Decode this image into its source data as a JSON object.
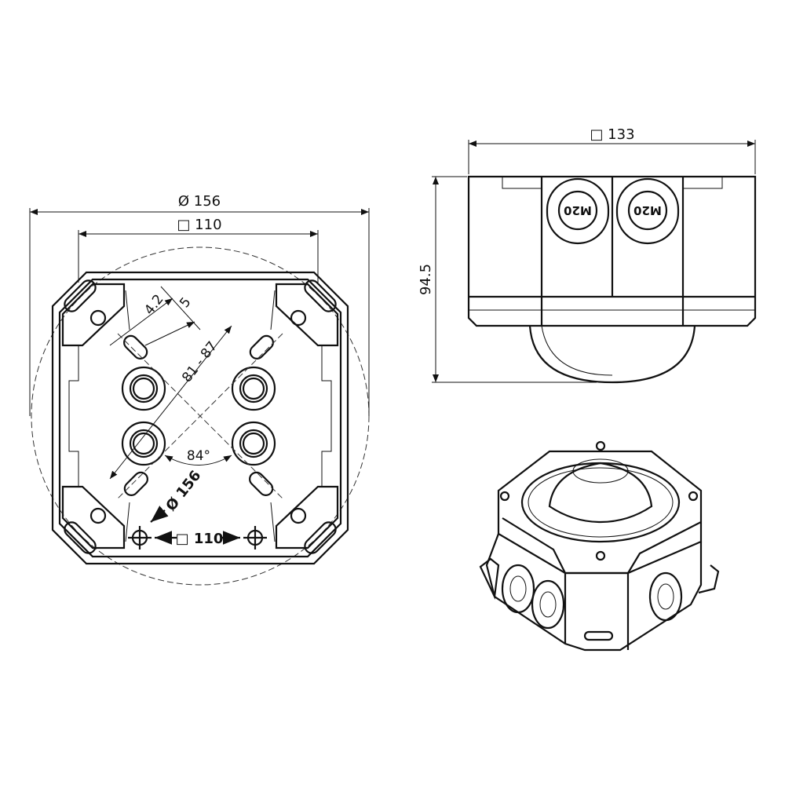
{
  "top_view": {
    "dim_outer_diameter": "Ø 156",
    "dim_square": "□ 110",
    "dim_slot_width": "4.2",
    "dim_slot_length": "5",
    "dim_slot_distance": "81 - 87",
    "dim_angle": "84°",
    "mount_diameter": "Ø 156",
    "mount_square": "□ 110"
  },
  "side_view": {
    "dim_width": "□ 133",
    "dim_height": "94.5",
    "gland_1": "M20",
    "gland_2": "M20"
  },
  "colors": {
    "line": "#111111",
    "background": "#ffffff"
  }
}
